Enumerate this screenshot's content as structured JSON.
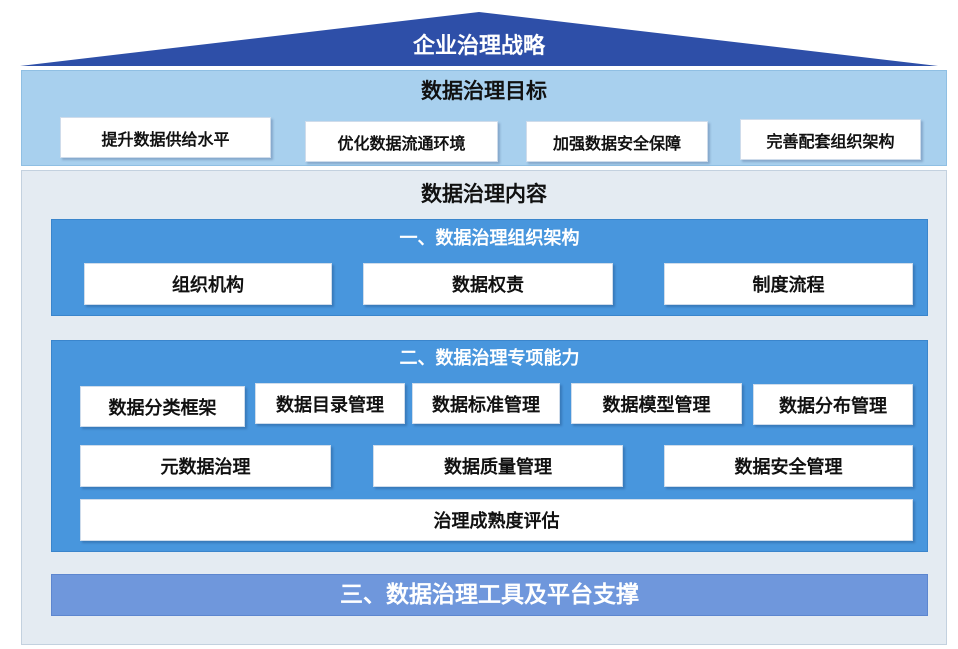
{
  "strategy": {
    "title": "企业治理战略"
  },
  "goals": {
    "title": "数据治理目标",
    "items": [
      "提升数据供给水平",
      "优化数据流通环境",
      "加强数据安全保障",
      "完善配套组织架构"
    ]
  },
  "content": {
    "title": "数据治理内容",
    "org": {
      "title": "一、数据治理组织架构",
      "items": [
        "组织机构",
        "数据权责",
        "制度流程"
      ]
    },
    "capability": {
      "title": "二、数据治理专项能力",
      "row1": [
        "数据分类框架",
        "数据目录管理",
        "数据标准管理",
        "数据模型管理",
        "数据分布管理"
      ],
      "row2": [
        "元数据治理",
        "数据质量管理",
        "数据安全管理"
      ],
      "row3": "治理成熟度评估"
    },
    "tools": {
      "title": "三、数据治理工具及平台支撑"
    }
  },
  "colors": {
    "roof": "#2e4fa8",
    "goals_panel": "#a8d0ee",
    "content_panel": "#e4ebf2",
    "section_blue": "#4896dd",
    "tools_bar": "#6f97dc"
  }
}
